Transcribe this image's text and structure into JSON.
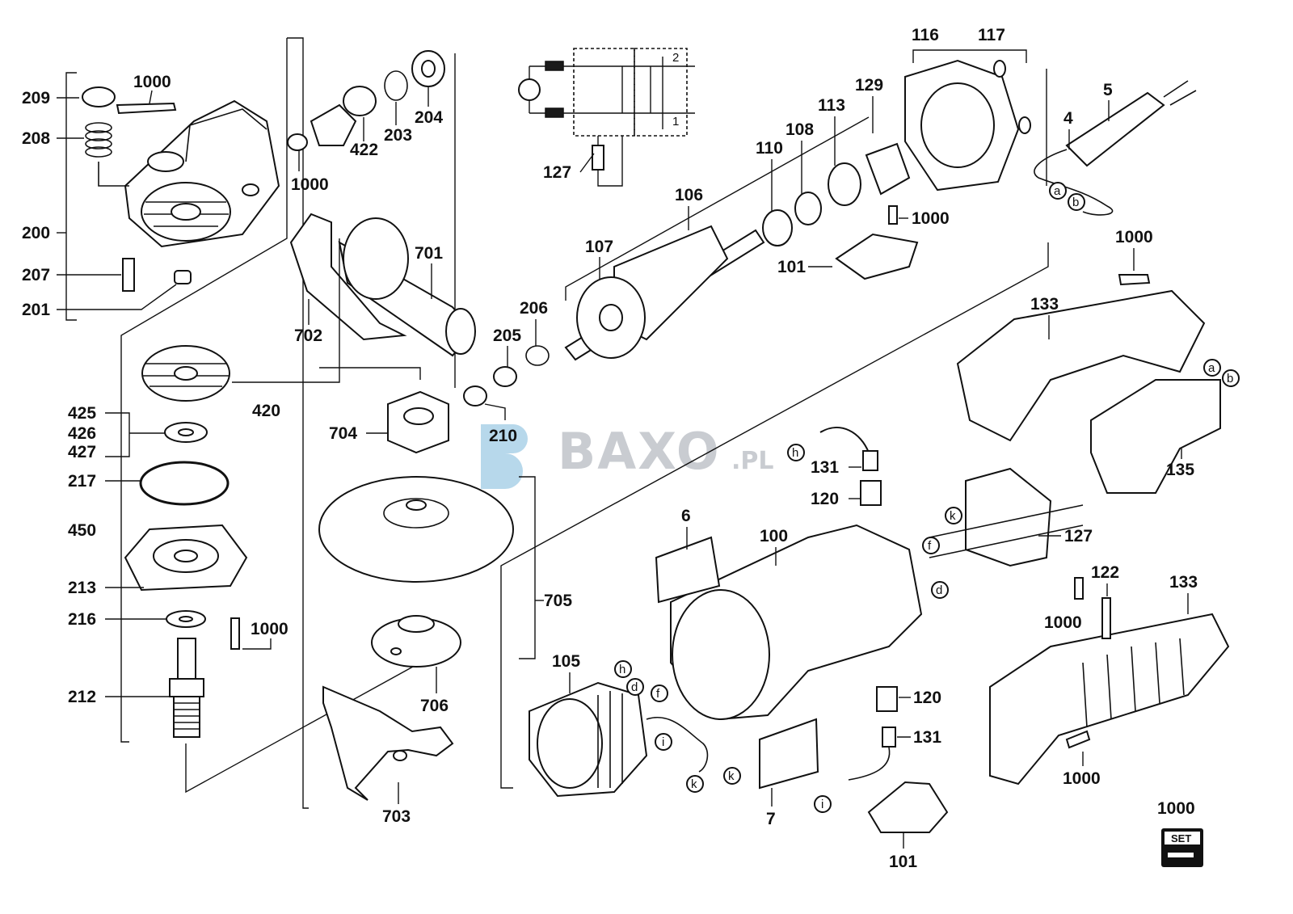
{
  "watermark": {
    "brand": "BAXO",
    "suffix": ".PL",
    "color": "#5fa8d3"
  },
  "callouts": {
    "c209": "209",
    "c208": "208",
    "c200": "200",
    "c207": "207",
    "c201": "201",
    "c1000_cap": "1000",
    "c1000_gear": "1000",
    "c422": "422",
    "c203": "203",
    "c204": "204",
    "c701": "701",
    "c702": "702",
    "c420": "420",
    "c425": "425",
    "c426": "426",
    "c427": "427",
    "c217": "217",
    "c450": "450",
    "c213": "213",
    "c216": "216",
    "c1000_flange": "1000",
    "c212": "212",
    "c704": "704",
    "c210": "210",
    "c205": "205",
    "c206": "206",
    "c705": "705",
    "c706": "706",
    "c703": "703",
    "c107": "107",
    "c106": "106",
    "c127_top": "127",
    "c110": "110",
    "c108": "108",
    "c113": "113",
    "c129": "129",
    "c116": "116",
    "c117": "117",
    "c5": "5",
    "c4": "4",
    "c1000_cover": "1000",
    "c101_top": "101",
    "c1000_handle": "1000",
    "c133_top": "133",
    "c135": "135",
    "c131_top": "131",
    "c120_top": "120",
    "c6": "6",
    "c100": "100",
    "c127_mid": "127",
    "c105": "105",
    "c122": "122",
    "c133_bot": "133",
    "c1000_clip": "1000",
    "c120_bot": "120",
    "c131_bot": "131",
    "c7": "7",
    "c101_bot": "101",
    "c1000_grip": "1000",
    "c1000_set": "1000"
  },
  "connectors": {
    "a1": "a",
    "b1": "b",
    "a2": "a",
    "b2": "b",
    "h1": "h",
    "h2": "h",
    "k1": "k",
    "f1": "f",
    "d1": "d",
    "d2": "d",
    "f2": "f",
    "i1": "i",
    "k2": "k",
    "k3": "k",
    "i2": "i"
  },
  "schematic": {
    "terminal_1": "1",
    "terminal_2": "2"
  },
  "set_badge": {
    "label": "SET"
  }
}
